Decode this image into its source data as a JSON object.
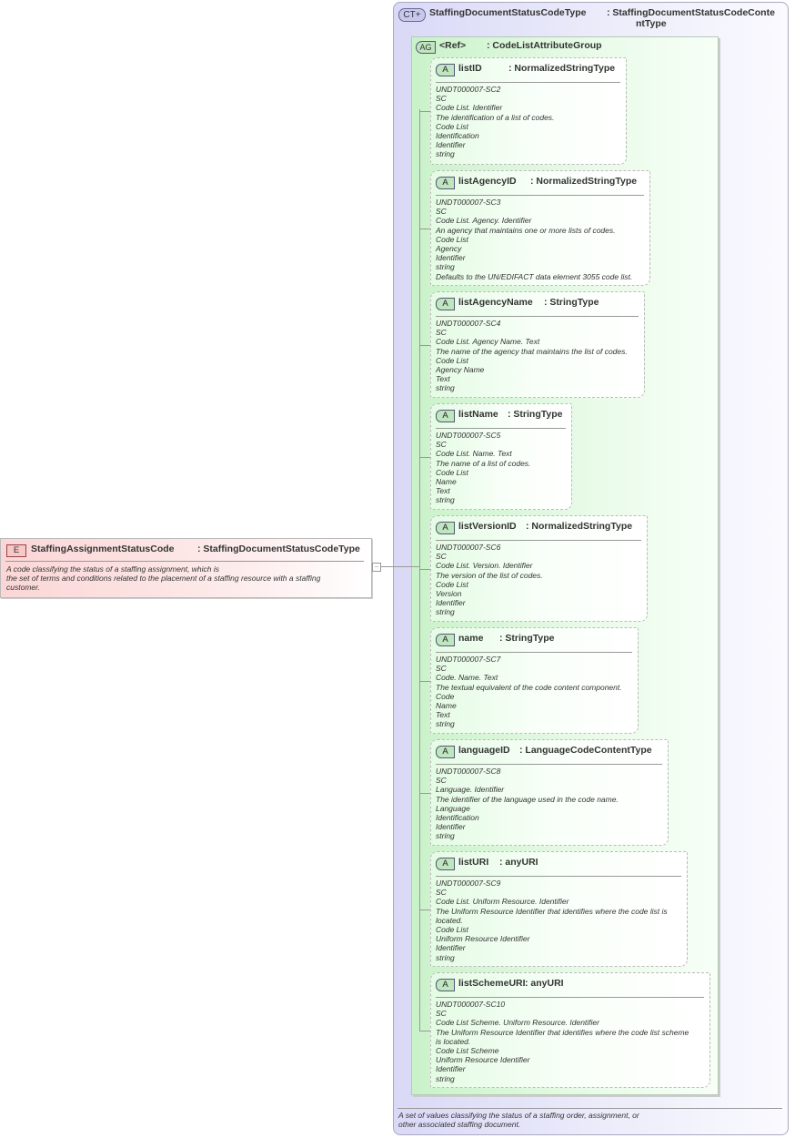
{
  "complex_type": {
    "badge": "CT",
    "name": "StaffingDocumentStatusCodeType",
    "type_line1": ": StaffingDocumentStatusCodeConte",
    "type_line2": "ntType",
    "doc_line1": "A set of values classifying the status of a staffing order, assignment, or",
    "doc_line2": "other associated staffing document."
  },
  "attribute_group": {
    "badge": "AG",
    "name": "<Ref>",
    "type": ": CodeListAttributeGroup"
  },
  "element": {
    "badge": "E",
    "name": "StaffingAssignmentStatusCode",
    "type": ": StaffingDocumentStatusCodeType",
    "doc": "A code classifying the status of a staffing assignment, which is\nthe set of terms and conditions related to the placement of a staffing resource with a staffing\ncustomer."
  },
  "attributes": [
    {
      "badge": "A",
      "name": "listID",
      "type": ": NormalizedStringType",
      "doc": "UNDT000007-SC2\nSC\nCode List. Identifier\nThe identification of a list of codes.\nCode List\nIdentification\nIdentifier\nstring"
    },
    {
      "badge": "A",
      "name": "listAgencyID",
      "type": ": NormalizedStringType",
      "doc": "UNDT000007-SC3\nSC\nCode List. Agency. Identifier\nAn agency that maintains one or more lists of codes.\nCode List\nAgency\nIdentifier\nstring\nDefaults to the UN/EDIFACT data element 3055 code list."
    },
    {
      "badge": "A",
      "name": "listAgencyName",
      "type": ": StringType",
      "doc": "UNDT000007-SC4\nSC\nCode List. Agency Name. Text\nThe name of the agency that maintains the list of codes.\nCode List\nAgency Name\nText\nstring"
    },
    {
      "badge": "A",
      "name": "listName",
      "type": ": StringType",
      "doc": "UNDT000007-SC5\nSC\nCode List. Name. Text\nThe name of a list of codes.\nCode List\nName\nText\nstring"
    },
    {
      "badge": "A",
      "name": "listVersionID",
      "type": ": NormalizedStringType",
      "doc": "UNDT000007-SC6\nSC\nCode List. Version. Identifier\nThe version of the list of codes.\nCode List\nVersion\nIdentifier\nstring"
    },
    {
      "badge": "A",
      "name": "name",
      "type": ": StringType",
      "doc": "UNDT000007-SC7\nSC\nCode. Name. Text\nThe textual equivalent of the code content component.\nCode\nName\nText\nstring"
    },
    {
      "badge": "A",
      "name": "languageID",
      "type": ": LanguageCodeContentType",
      "doc": "UNDT000007-SC8\nSC\nLanguage. Identifier\nThe identifier of the language used in the code name.\nLanguage\nIdentification\nIdentifier\nstring"
    },
    {
      "badge": "A",
      "name": "listURI",
      "type": ": anyURI",
      "doc": "UNDT000007-SC9\nSC\nCode List. Uniform Resource. Identifier\nThe Uniform Resource Identifier that identifies where the code list is\nlocated.\nCode List\nUniform Resource Identifier\nIdentifier\nstring"
    },
    {
      "badge": "A",
      "name": "listSchemeURI",
      "type": ": anyURI",
      "doc": "UNDT000007-SC10\nSC\nCode List Scheme. Uniform Resource. Identifier\nThe Uniform Resource Identifier that identifies where the code list scheme\nis located.\nCode List Scheme\nUniform Resource Identifier\nIdentifier\nstring"
    }
  ],
  "colors": {
    "element": "#fbd6d6",
    "complex_type": "#d9d9f7",
    "attribute": "#e4fbe4"
  }
}
